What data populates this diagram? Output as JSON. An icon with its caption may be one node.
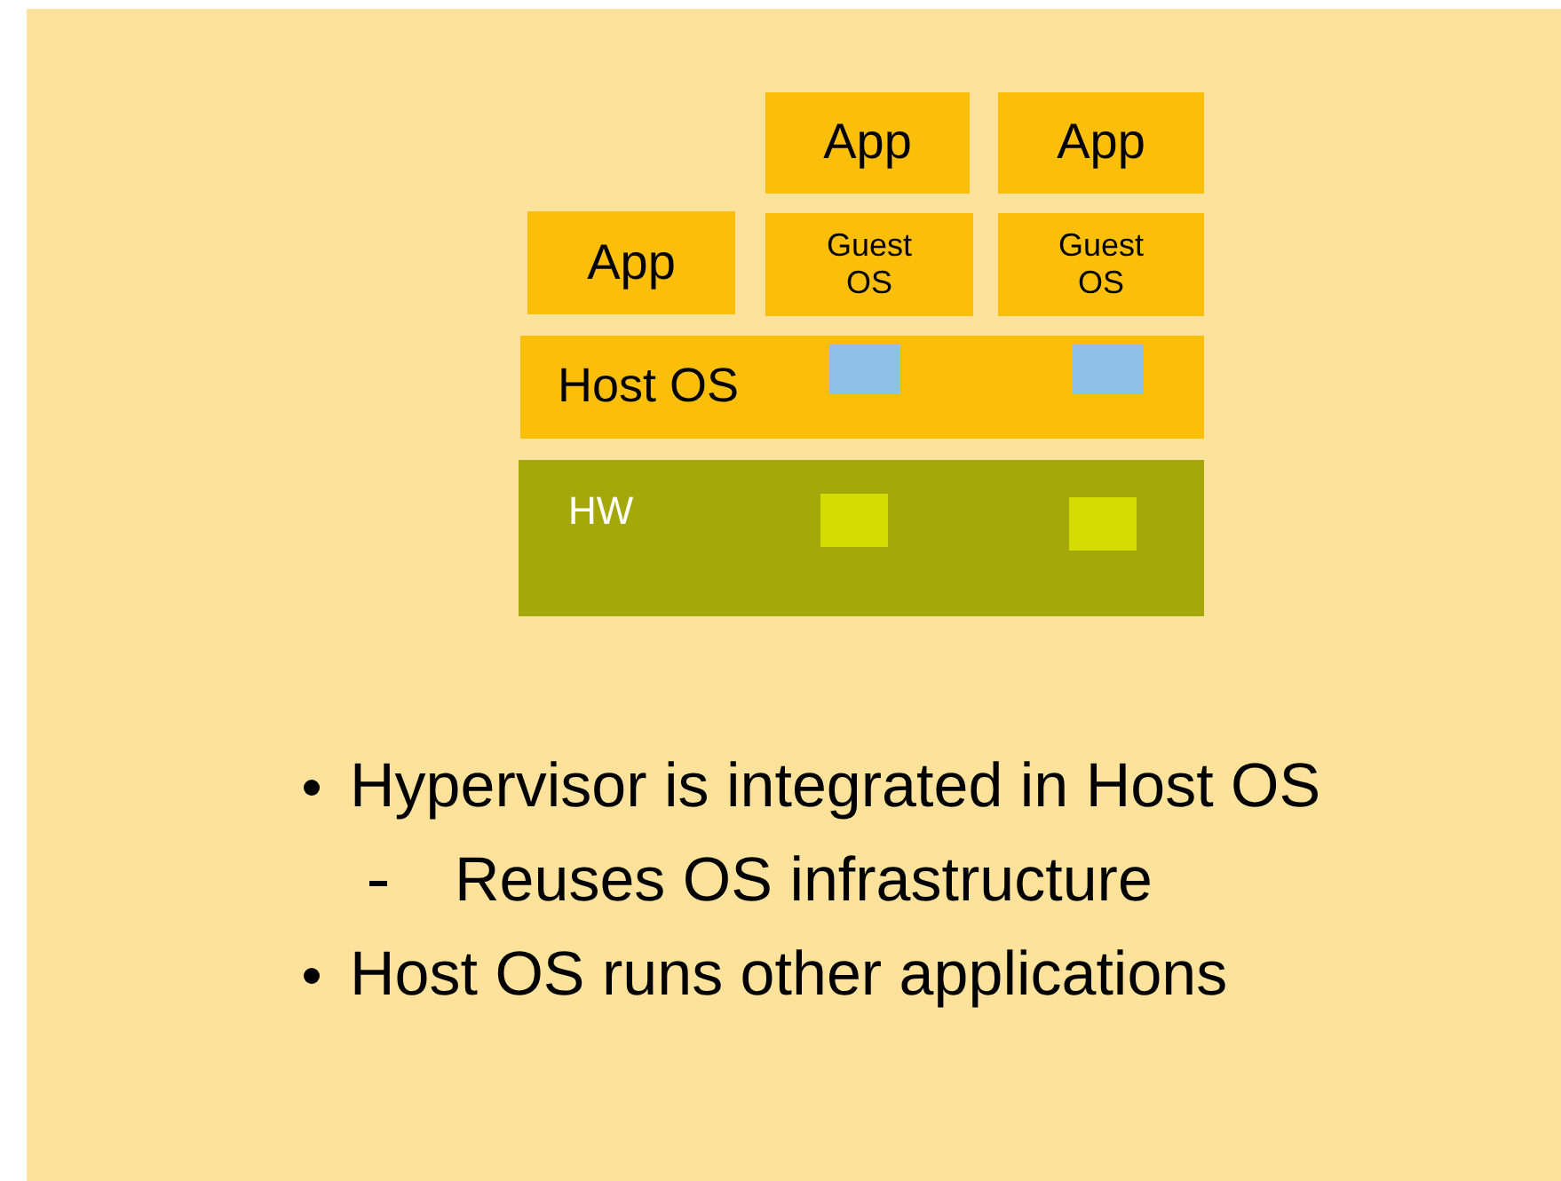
{
  "diagram": {
    "nodes": [
      {
        "text": [
          "App"
        ]
      },
      {
        "text": [
          "App"
        ]
      },
      {
        "text": [
          "App"
        ]
      },
      {
        "text": [
          "Guest OS"
        ]
      },
      {
        "text": [
          "Guest OS"
        ]
      },
      {
        "text": [
          "Host OS"
        ]
      },
      {
        "text": [],
        "shape": "box",
        "in": 5
      },
      {
        "text": [],
        "shape": "box",
        "in": 5
      },
      {
        "text": [
          "HW"
        ]
      },
      {
        "text": [],
        "shape": "box",
        "in": 8
      },
      {
        "text": [],
        "shape": "box",
        "in": 8
      }
    ],
    "labels": [
      "Hypervisor is integrated in Host OS",
      "Reuses OS infrastructure",
      "Host OS runs other applications"
    ]
  }
}
